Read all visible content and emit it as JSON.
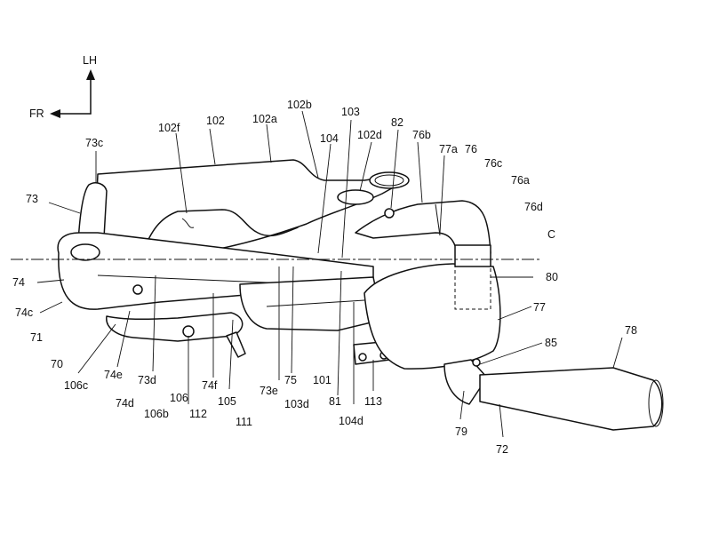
{
  "orientation": {
    "up_label": "LH",
    "left_label": "FR"
  },
  "center_line_label": "C",
  "labels": {
    "l102f": "102f",
    "l102": "102",
    "l102a": "102a",
    "l102b": "102b",
    "l103": "103",
    "l82": "82",
    "l104": "104",
    "l102d": "102d",
    "l76b": "76b",
    "l77a": "77a",
    "l76": "76",
    "l76c": "76c",
    "l76a": "76a",
    "l76d": "76d",
    "l73c": "73c",
    "l73": "73",
    "l74": "74",
    "l74c": "74c",
    "l71": "71",
    "l70": "70",
    "l106c": "106c",
    "l74e": "74e",
    "l74d": "74d",
    "l73d": "73d",
    "l106": "106",
    "l106b": "106b",
    "l112": "112",
    "l74f": "74f",
    "l105": "105",
    "l111": "111",
    "l73e": "73e",
    "l75": "75",
    "l103d": "103d",
    "l101": "101",
    "l81": "81",
    "l104d": "104d",
    "l113": "113",
    "l80": "80",
    "l77": "77",
    "l85": "85",
    "l78": "78",
    "l79": "79",
    "l72": "72"
  }
}
